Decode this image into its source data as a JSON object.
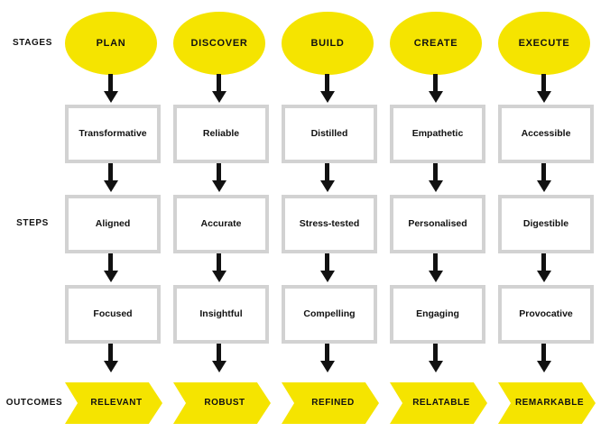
{
  "row_labels": {
    "stages": "STAGES",
    "steps": "STEPS",
    "outcomes": "OUTCOMES"
  },
  "colors": {
    "accent_yellow": "#F5E400",
    "box_border_gray": "#D2D2D2",
    "text_black": "#111111",
    "background": "#FFFFFF"
  },
  "columns": [
    {
      "stage": "PLAN",
      "steps": [
        "Transformative",
        "Aligned",
        "Focused"
      ],
      "outcome": "RELEVANT"
    },
    {
      "stage": "DISCOVER",
      "steps": [
        "Reliable",
        "Accurate",
        "Insightful"
      ],
      "outcome": "ROBUST"
    },
    {
      "stage": "BUILD",
      "steps": [
        "Distilled",
        "Stress-tested",
        "Compelling"
      ],
      "outcome": "REFINED"
    },
    {
      "stage": "CREATE",
      "steps": [
        "Empathetic",
        "Personalised",
        "Engaging"
      ],
      "outcome": "RELATABLE"
    },
    {
      "stage": "EXECUTE",
      "steps": [
        "Accessible",
        "Digestible",
        "Provocative"
      ],
      "outcome": "REMARKABLE"
    }
  ]
}
